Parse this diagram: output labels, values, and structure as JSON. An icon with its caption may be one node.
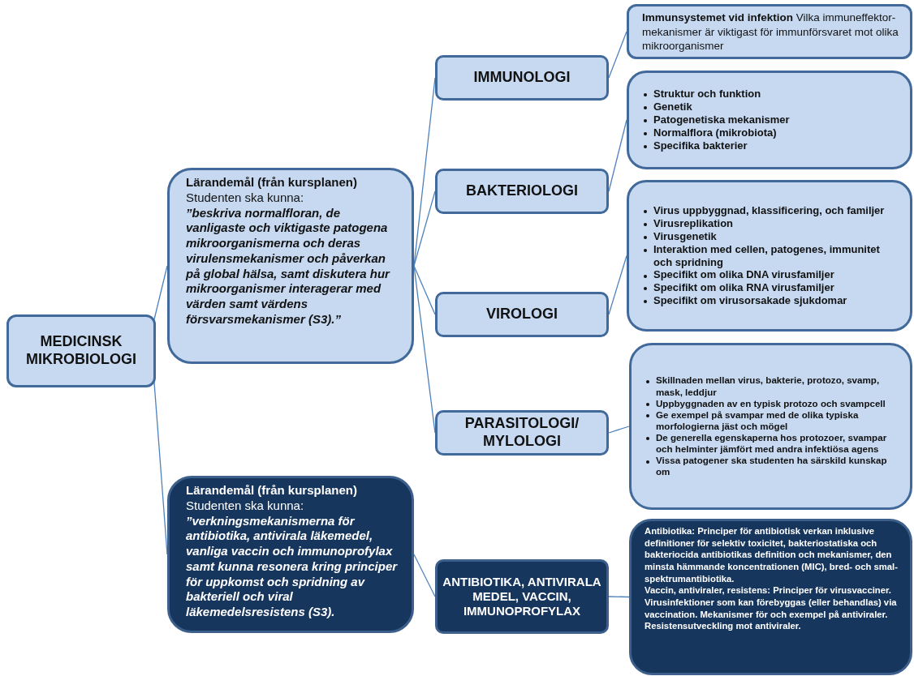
{
  "diagram": {
    "nodes": [
      {
        "text": [
          "MEDICINSK MIKROBIOLOGI"
        ]
      },
      {
        "text": [
          "Lärandemål  (från kursplanen)",
          "Studenten ska kunna:",
          "”beskriva normalfloran, de vanligaste och viktigaste patogena mikroorganismerna och deras virulensmekanismer och påverkan på global hälsa, samt diskutera hur mikroorganismer interagerar med värden samt värdens försvarsmekanismer (S3).”"
        ]
      },
      {
        "text": [
          "Lärandemål  (från kursplanen)",
          "Studenten ska kunna:",
          "”verkningsmekanismerna för antibiotika, antivirala läkemedel, vanliga vaccin och immunoprofylax samt kunna resonera kring principer för uppkomst och spridning av bakteriell och viral läkemedelsresistens (S3)."
        ]
      },
      {
        "text": [
          "IMMUNOLOGI"
        ]
      },
      {
        "text": [
          "BAKTERIOLOGI"
        ]
      },
      {
        "text": [
          "VIROLOGI"
        ]
      },
      {
        "text": [
          "PARASITOLOGI/ MYLOLOGI"
        ]
      },
      {
        "text": [
          "ANTIBIOTIKA, ANTIVIRALA MEDEL, VACCIN, IMMUNOPROFYLAX"
        ]
      },
      {
        "text": [
          "**Immunsystemet vid infektion** Vilka immuneffektor-mekanismer är viktigast för immunförsvaret mot olika mikroorganismer"
        ]
      },
      {
        "text": [
          "Struktur och funktion",
          "Genetik",
          "Patogenetiska mekanismer",
          "Normalflora (mikrobiota)",
          "Specifika bakterier"
        ]
      },
      {
        "text": [
          "Virus uppbyggnad, klassificering, och familjer",
          "Virusreplikation",
          "Virusgenetik",
          "Interaktion med cellen, patogenes, immunitet och spridning",
          "Specifikt om olika DNA virusfamiljer",
          "Specifikt om olika RNA virusfamiljer",
          "Specifikt om virusorsakade sjukdomar"
        ]
      },
      {
        "text": [
          "Skillnaden mellan virus, bakterie, protozo, svamp, mask, leddjur",
          "Uppbyggnaden av en typisk protozo och svampcell",
          "Ge exempel på svampar med de olika typiska morfologierna jäst och mögel",
          "De generella egenskaperna hos protozoer, svampar och helminter jämfört med andra infektiösa agens",
          "Vissa patogener ska studenten ha särskild kunskap om"
        ]
      },
      {
        "text": [
          "Antibiotika: Principer för antibiotisk verkan inklusive definitioner för selektiv toxicitet, bakteriostatiska och bakteriocida antibiotikas definition och mekanismer, den minsta hämmande koncentrationen (MIC), bred- och smal-spektrumantibiotika.",
          "Vaccin, antiviraler, resistens: Principer för virusvacciner. Virusinfektioner som kan förebyggas (eller behandlas) via vaccination. Mekanismer för och exempel på antiviraler. Resistensutveckling mot antiviraler."
        ]
      }
    ],
    "edges": [
      {
        "from": 0,
        "to": 1,
        "arrow": "none"
      },
      {
        "from": 0,
        "to": 2,
        "arrow": "none"
      },
      {
        "from": 1,
        "to": 3,
        "arrow": "none"
      },
      {
        "from": 1,
        "to": 4,
        "arrow": "none"
      },
      {
        "from": 1,
        "to": 5,
        "arrow": "none"
      },
      {
        "from": 1,
        "to": 6,
        "arrow": "none"
      },
      {
        "from": 2,
        "to": 7,
        "arrow": "none"
      },
      {
        "from": 3,
        "to": 8,
        "arrow": "none"
      },
      {
        "from": 4,
        "to": 9,
        "arrow": "none"
      },
      {
        "from": 5,
        "to": 10,
        "arrow": "none"
      },
      {
        "from": 6,
        "to": 11,
        "arrow": "none"
      },
      {
        "from": 7,
        "to": 12,
        "arrow": "none"
      }
    ]
  }
}
